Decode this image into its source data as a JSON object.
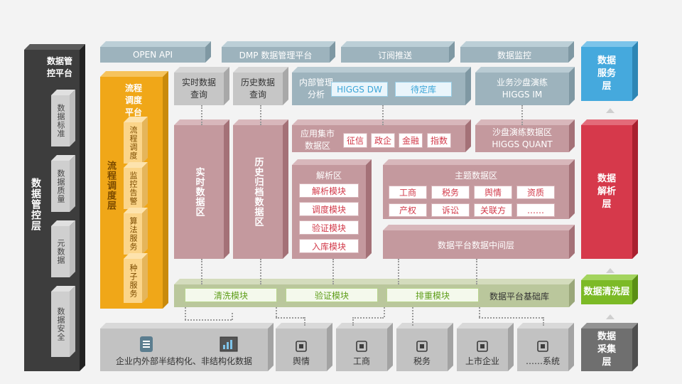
{
  "governance": {
    "title": "数据管控平台",
    "layer_label": "数据管控层",
    "items": [
      "数据标准",
      "数据质量",
      "元数据",
      "数据安全"
    ]
  },
  "scheduling": {
    "title": "流程调度平台",
    "layer_label": "流程调度层",
    "items": [
      "流程调度",
      "监控告警",
      "算法服务",
      "种子服务"
    ]
  },
  "service_bar": [
    "OPEN API",
    "DMP 数据管理平台",
    "订阅推送",
    "数据监控"
  ],
  "query": {
    "realtime": "实时数据查询",
    "history": "历史数据查询"
  },
  "internal": {
    "label": "内部管理分析",
    "dw": "HIGGS DW",
    "pending": "待定库"
  },
  "sandbox_im": "业务沙盘演练 HIGGS IM",
  "realtime_zone": "实时数据区",
  "archive_zone": "历史归档数据区",
  "app_mart": {
    "label": "应用集市数据区",
    "items": [
      "征信",
      "政企",
      "金融",
      "指数"
    ]
  },
  "sandbox_quant": "沙盘演练数据区 HIGGS QUANT",
  "parse_zone": {
    "title": "解析区",
    "items": [
      "解析模块",
      "调度模块",
      "验证模块",
      "入库模块"
    ]
  },
  "theme_zone": {
    "title": "主题数据区",
    "items": [
      "工商",
      "税务",
      "舆情",
      "资质",
      "产权",
      "诉讼",
      "关联方",
      "……"
    ]
  },
  "middle_layer": "数据平台数据中间层",
  "base_lib": {
    "label": "数据平台基础库",
    "items": [
      "清洗模块",
      "验证模块",
      "排重模块"
    ]
  },
  "sources": [
    "企业内外部半结构化、非结构化数据",
    "舆情",
    "工商",
    "税务",
    "上市企业",
    "……系统"
  ],
  "layers": [
    "数据服务层",
    "数据解析层",
    "数据清洗层",
    "数据采集层"
  ],
  "colors": {
    "governance": "#3d3d3d",
    "scheduling": "#f0a718",
    "service_bar": "#9db3bd",
    "pink": "#c4999e",
    "blue_layer": "#45a9dd",
    "red_layer": "#d6394b",
    "green_layer": "#7cba26",
    "gray_layer": "#6f6f6f"
  }
}
